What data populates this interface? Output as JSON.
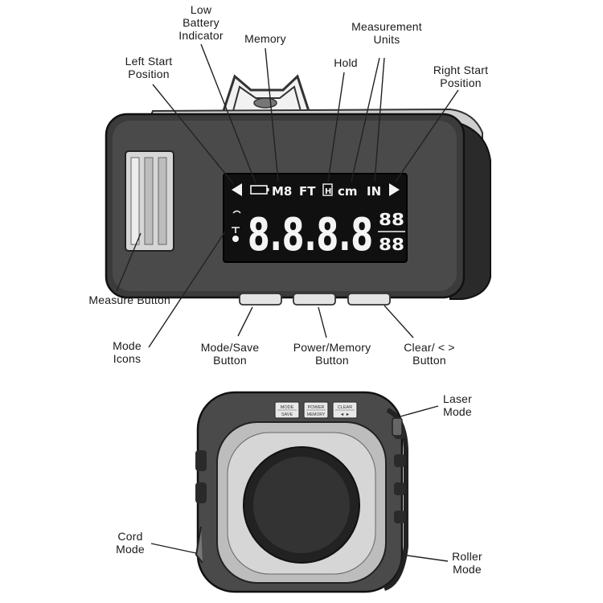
{
  "callouts": {
    "low_battery": "Low\nBattery\nIndicator",
    "memory": "Memory",
    "measurement_units": "Measurement\nUnits",
    "left_start": "Left Start\nPosition",
    "hold": "Hold",
    "right_start": "Right Start\nPosition",
    "measure_button": "Measure Button",
    "mode_icons": "Mode\nIcons",
    "mode_save_button": "Mode/Save\nButton",
    "power_memory_button": "Power/Memory\nButton",
    "clear_button": "Clear/ < >\nButton",
    "laser_mode": "Laser\nMode",
    "cord_mode": "Cord\nMode",
    "roller_mode": "Roller\nMode"
  },
  "lcd": {
    "memory": "M8",
    "ft": "FT",
    "hold": "H",
    "cm": "cm",
    "inch": "IN",
    "main_digits": "8.8.8.8",
    "small_top": "88",
    "small_bottom": "88"
  },
  "keys": {
    "mode_top": "MODE",
    "mode_bottom": "SAVE",
    "power_top": "POWER",
    "power_bottom": "MEMORY",
    "clear_top": "CLEAR",
    "clear_bottom": "◄ ►"
  }
}
